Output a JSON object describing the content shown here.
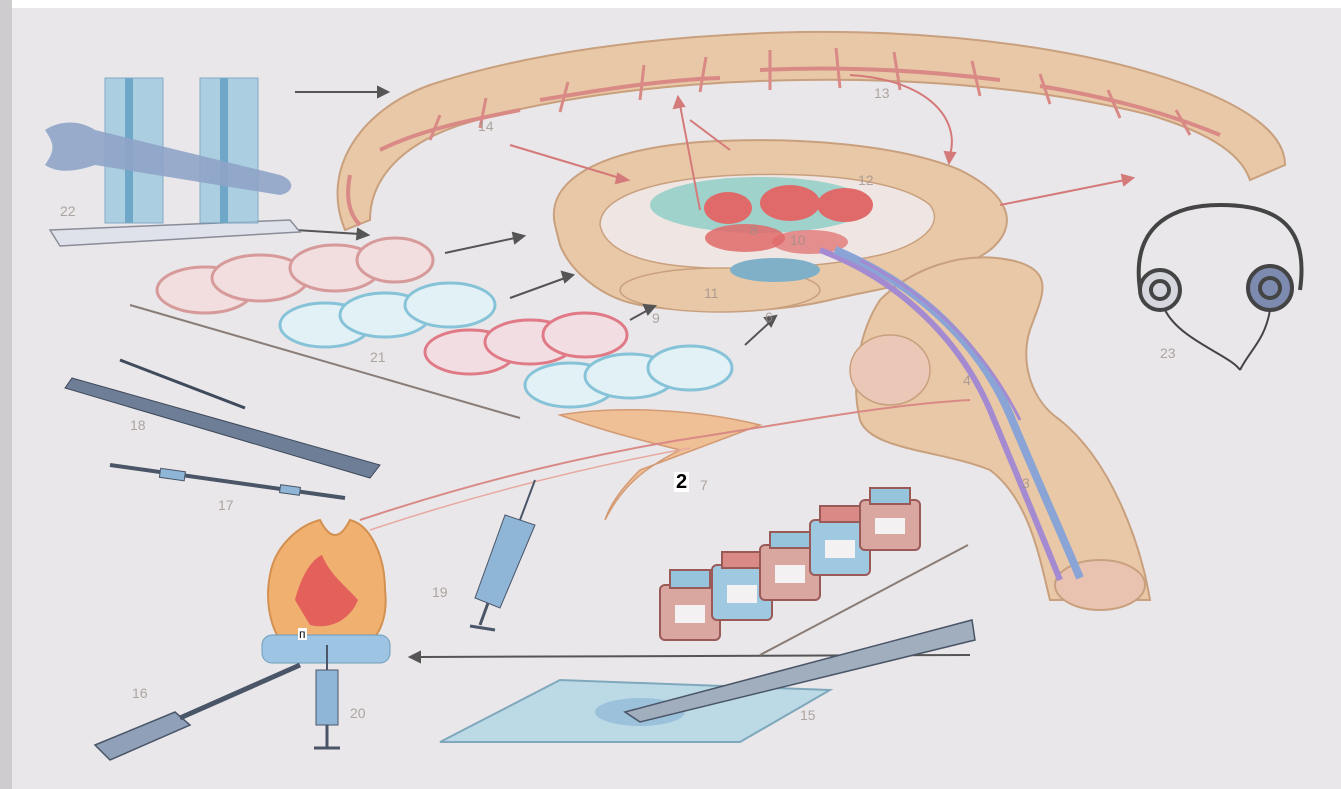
{
  "overlay_labels": {
    "main": "2",
    "tooth": "п"
  },
  "faded_numbers": {
    "n4": "4",
    "n3": "3",
    "n6": "6",
    "n7": "7",
    "n8": "8",
    "n9": "9",
    "n10": "10",
    "n11": "11",
    "n12": "12",
    "n13": "13",
    "n14": "14",
    "n15": "15",
    "n16": "16",
    "n17": "17",
    "n18": "18",
    "n19": "19",
    "n20": "20",
    "n21": "21",
    "n22": "22",
    "n23": "23"
  },
  "colors": {
    "background": "#e9e7ea",
    "brain_tissue": "#e8c8a6",
    "cortex_vessel": "#d98a86",
    "nucleus_red": "#e06a6a",
    "nucleus_teal": "#7cc9c0",
    "pathway_blue": "#8aa4d6",
    "pathway_purple": "#a48ad0",
    "instrument_blue": "#8fb6d6",
    "tooth_orange": "#f0b070",
    "tooth_red": "#e4605a",
    "bottle_red": "#c97a76",
    "bottle_blue": "#96c4dc"
  }
}
